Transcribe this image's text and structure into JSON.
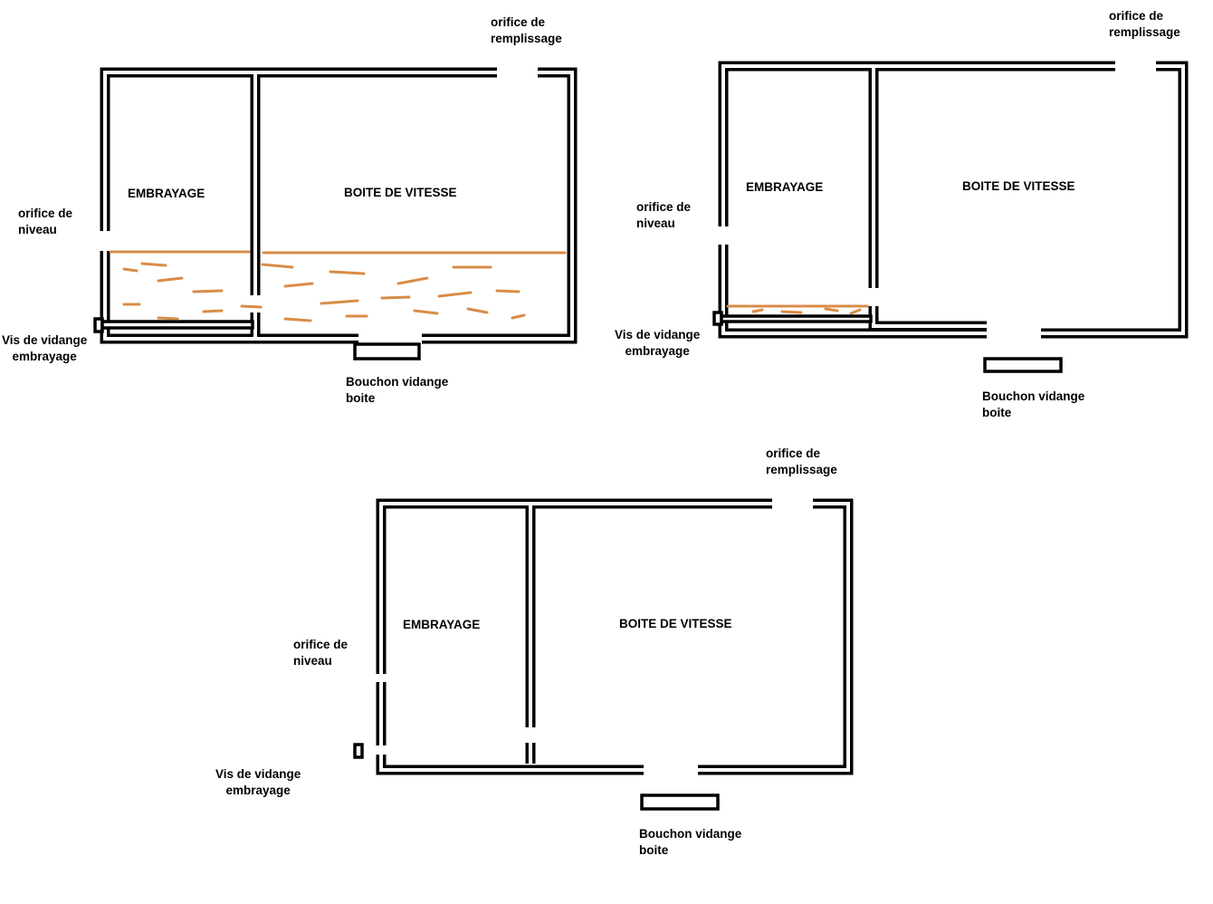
{
  "diagrams": [
    {
      "compartment_left": "EMBRAYAGE",
      "compartment_right": "BOITE DE VITESSE",
      "fill_port": [
        "orifice de",
        "remplissage"
      ],
      "level_port": [
        "orifice de",
        "niveau"
      ],
      "clutch_drain": [
        "Vis de vidange",
        "embrayage"
      ],
      "box_drain": [
        "Bouchon vidange",
        "boite"
      ],
      "oil_shown": true
    },
    {
      "compartment_left": "EMBRAYAGE",
      "compartment_right": "BOITE DE VITESSE",
      "fill_port": [
        "orifice de",
        "remplissage"
      ],
      "level_port": [
        "orifice de",
        "niveau"
      ],
      "clutch_drain": [
        "Vis de vidange",
        "embrayage"
      ],
      "box_drain": [
        "Bouchon vidange",
        "boite"
      ],
      "oil_shown": true
    },
    {
      "compartment_left": "EMBRAYAGE",
      "compartment_right": "BOITE DE VITESSE",
      "fill_port": [
        "orifice de",
        "remplissage"
      ],
      "level_port": [
        "orifice de",
        "niveau"
      ],
      "clutch_drain": [
        "Vis de vidange",
        "embrayage"
      ],
      "box_drain": [
        "Bouchon vidange",
        "boite"
      ],
      "oil_shown": false
    }
  ],
  "colors": {
    "oil": "#d98c48",
    "wall": "#000000"
  }
}
